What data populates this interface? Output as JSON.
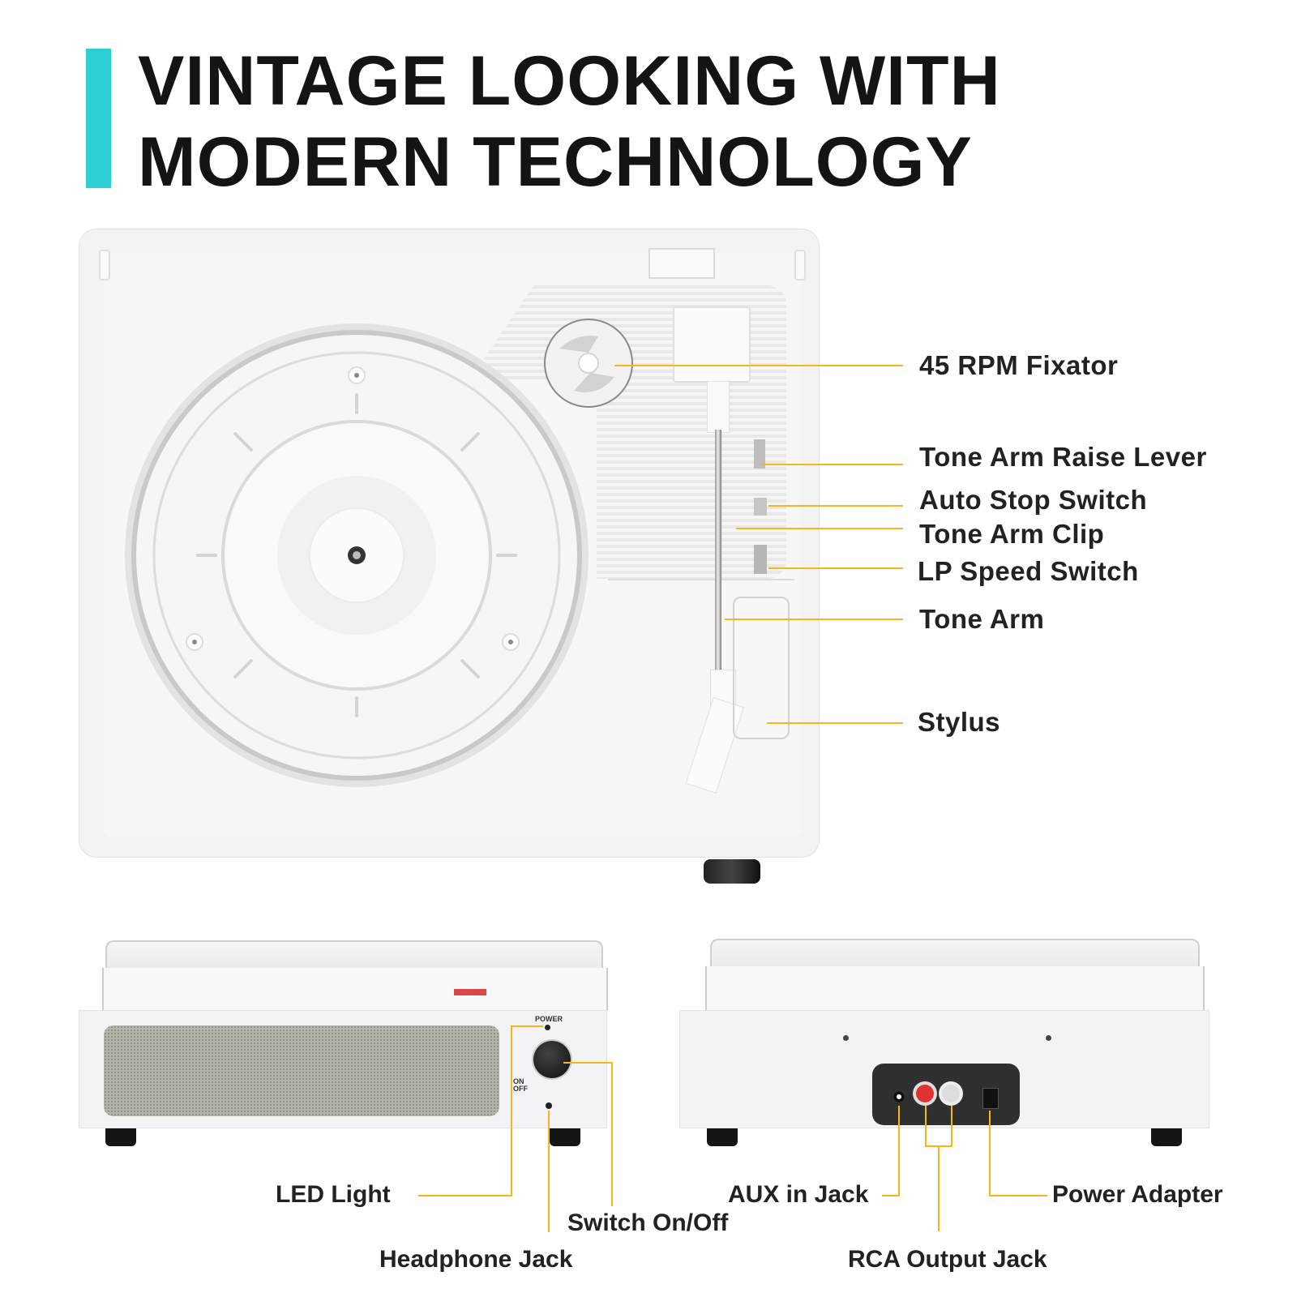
{
  "header": {
    "title_line1": "VINTAGE LOOKING WITH",
    "title_line2": "MODERN TECHNOLOGY",
    "accent_color": "#2ecfd4"
  },
  "top_view": {
    "callouts": [
      {
        "label": "45 RPM Fixator"
      },
      {
        "label": "Tone Arm Raise Lever"
      },
      {
        "label": "Auto Stop Switch"
      },
      {
        "label": "Tone Arm Clip"
      },
      {
        "label": "LP Speed Switch"
      },
      {
        "label": "Tone Arm"
      },
      {
        "label": "Stylus"
      }
    ]
  },
  "front_view": {
    "panel_text": {
      "power": "POWER",
      "on": "ON",
      "off": "OFF"
    },
    "callouts": [
      {
        "label": "LED Light"
      },
      {
        "label": "Switch On/Off"
      },
      {
        "label": "Headphone Jack"
      }
    ]
  },
  "back_view": {
    "callouts": [
      {
        "label": "AUX in Jack"
      },
      {
        "label": "Power Adapter"
      },
      {
        "label": "RCA Output Jack"
      }
    ]
  },
  "colors": {
    "leader": "#f5b719",
    "text": "#222222"
  }
}
